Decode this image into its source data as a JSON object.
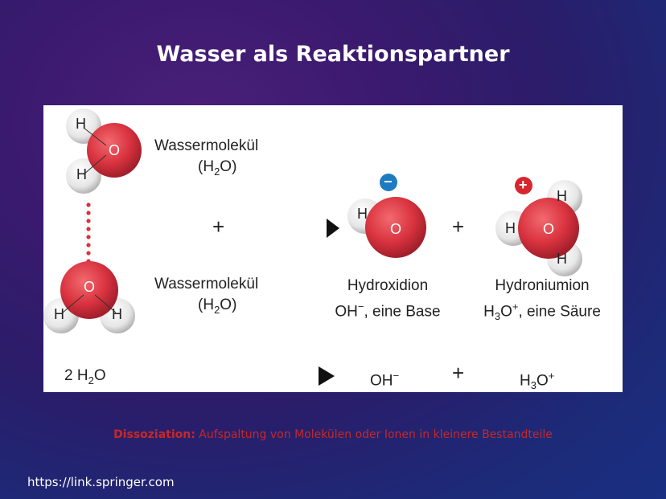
{
  "title": "Wasser als Reaktionspartner",
  "diagram": {
    "molecule1": {
      "name": "Wassermolekül",
      "formula_main": "(H",
      "formula_sub": "2",
      "formula_end": "O)"
    },
    "molecule2": {
      "name": "Wassermolekül",
      "formula_main": "(H",
      "formula_sub": "2",
      "formula_end": "O)"
    },
    "plus": "+",
    "atom_o": "O",
    "atom_h": "H",
    "charge_minus": "−",
    "charge_plus": "+",
    "hydroxide": {
      "name": "Hydroxidion",
      "line2_formula": "OH",
      "line2_sup": "−",
      "line2_rest": ", eine Base"
    },
    "hydronium": {
      "name": "Hydroniumion",
      "line2_formula": "H",
      "line2_sub": "3",
      "line2_mid": "O",
      "line2_sup": "+",
      "line2_rest": ", eine Säure"
    },
    "equation": {
      "reactant_coef": "2 H",
      "reactant_sub": "2",
      "reactant_end": "O",
      "product1": "OH",
      "product1_sup": "−",
      "plus": "+",
      "product2_a": "H",
      "product2_sub": "3",
      "product2_b": "O",
      "product2_sup": "+"
    }
  },
  "caption": {
    "term": "Dissoziation:",
    "text": " Aufspaltung von Molekülen oder Ionen in kleinere Bestandteile"
  },
  "source": "https://link.springer.com",
  "colors": {
    "oxygen": "#d9333f",
    "hydrogen": "#e8e8e8",
    "minus_badge": "#1f7bc1",
    "plus_badge": "#d8262e",
    "caption": "#c62828"
  }
}
